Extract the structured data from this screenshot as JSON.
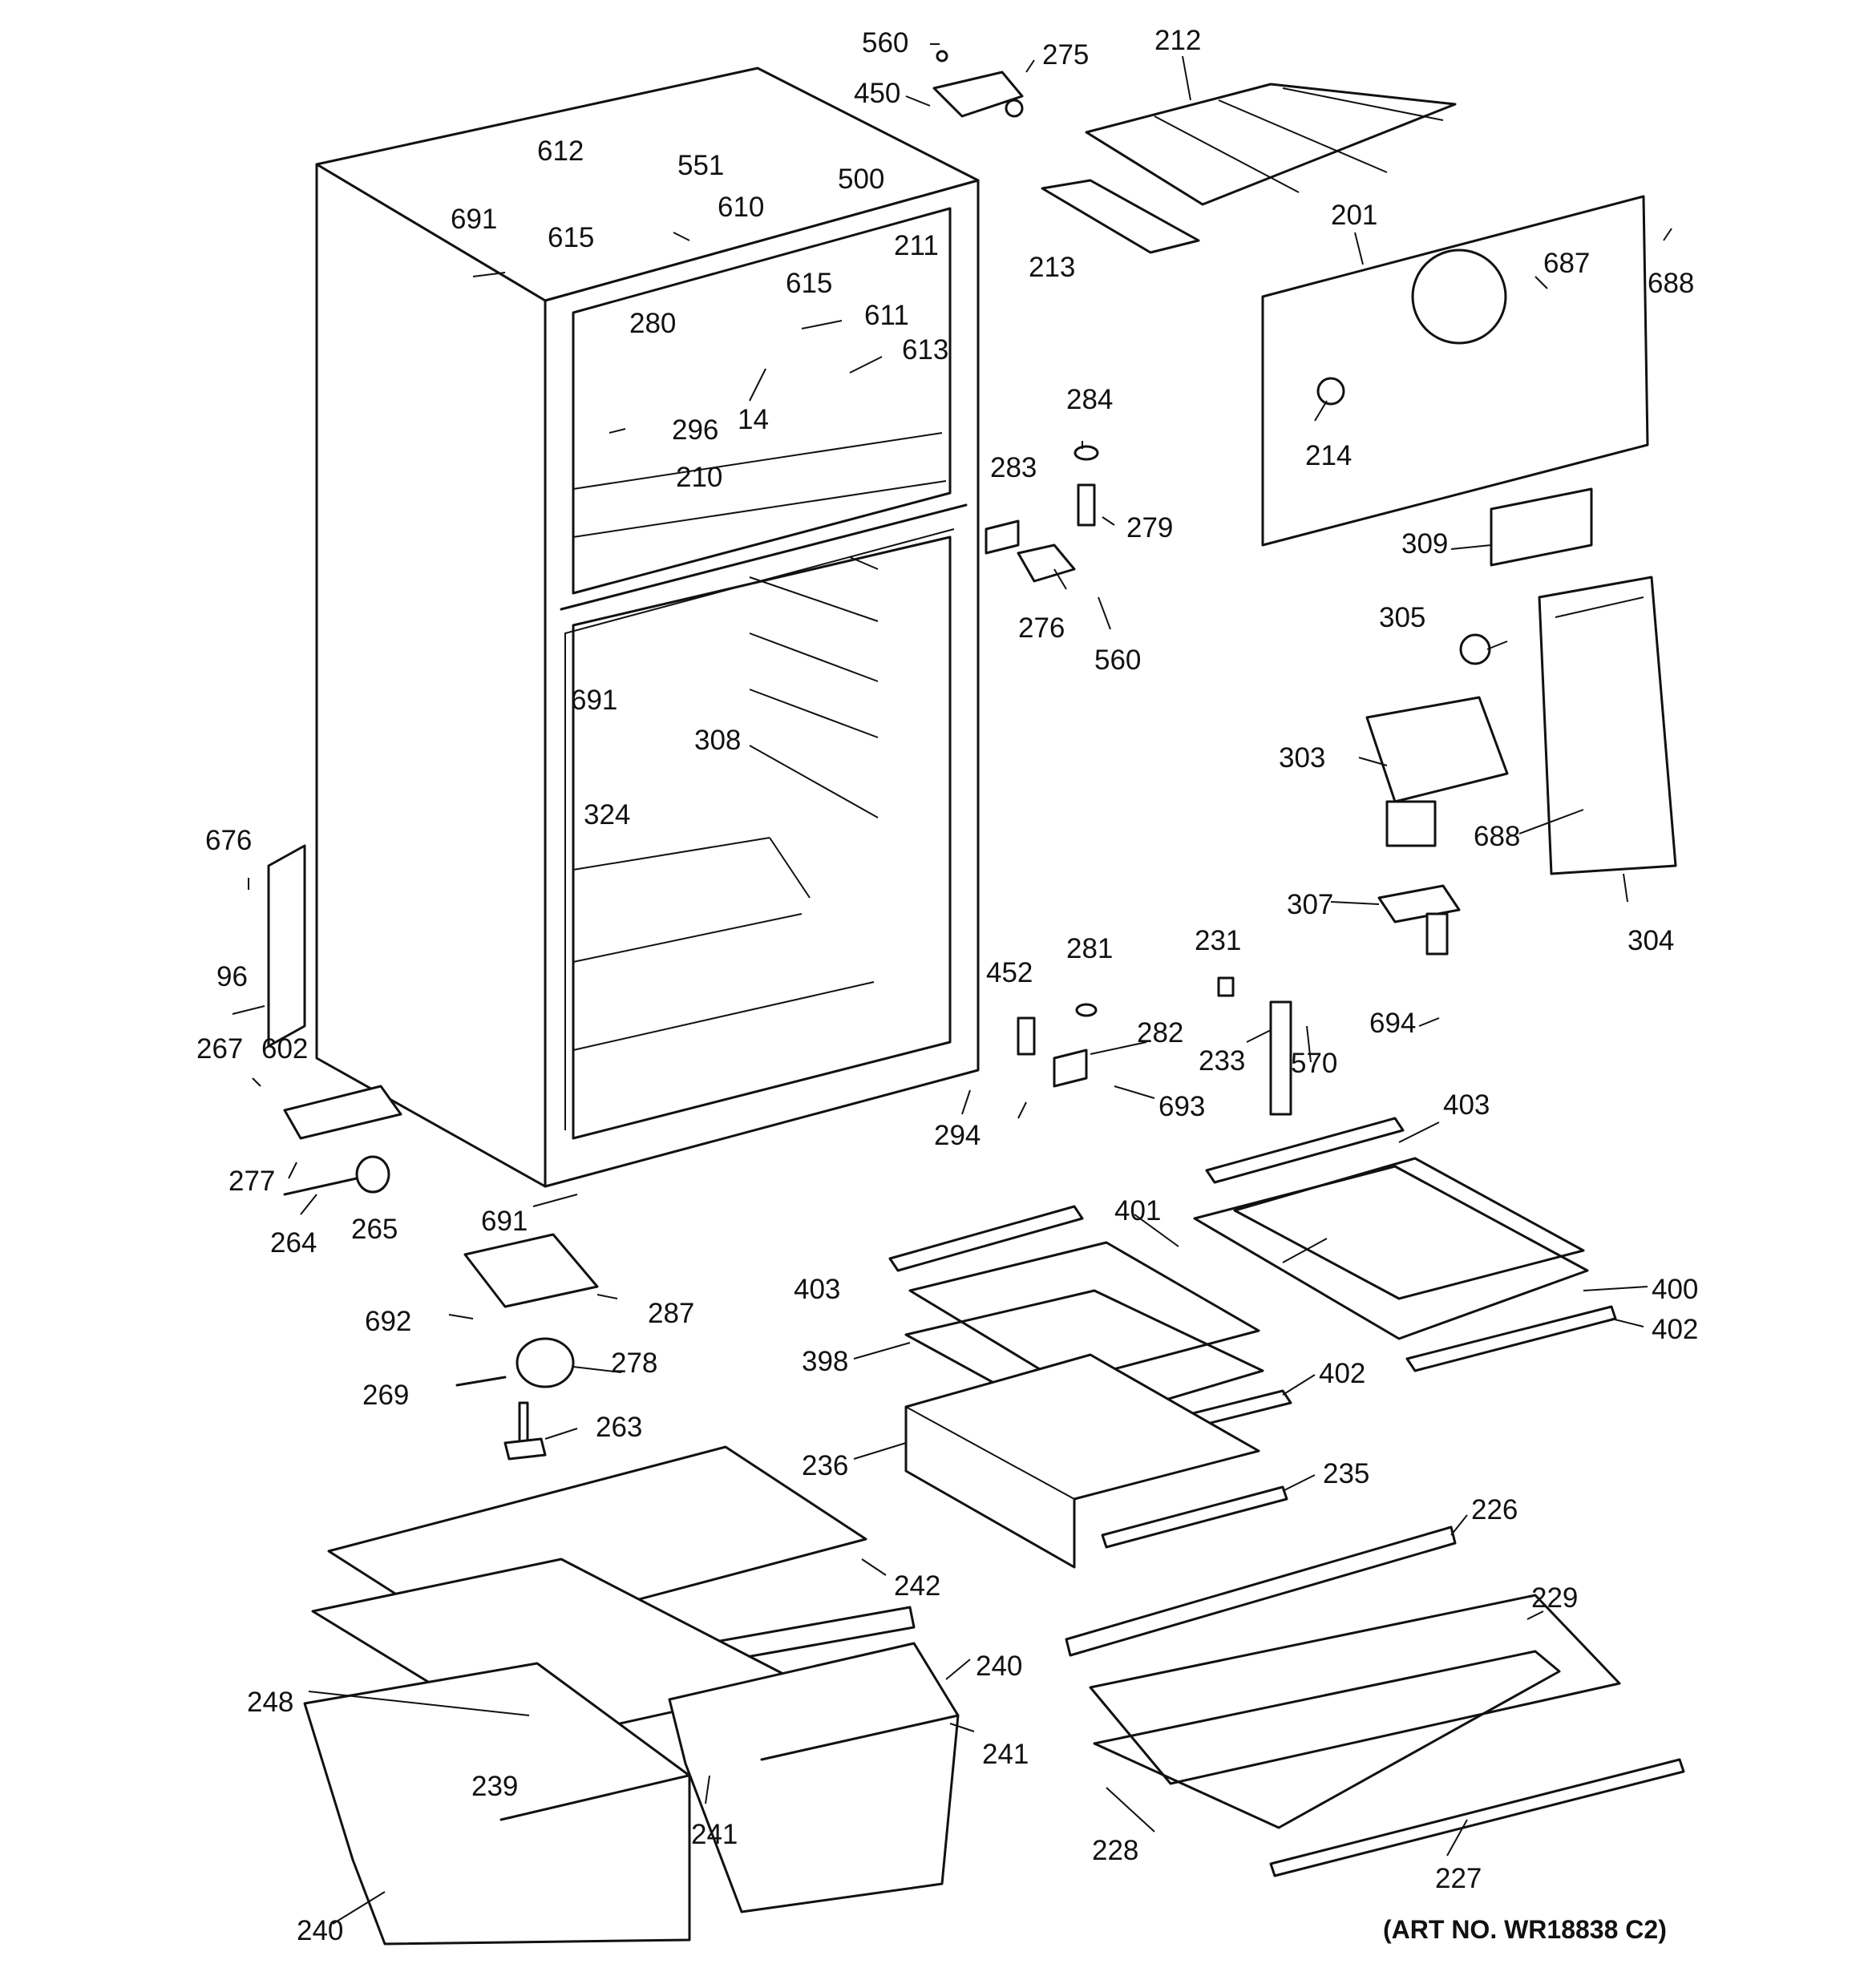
{
  "art_number": "(ART NO. WR18838 C2)",
  "callouts": [
    {
      "id": "c560a",
      "text": "560"
    },
    {
      "id": "c275",
      "text": "275"
    },
    {
      "id": "c450",
      "text": "450"
    },
    {
      "id": "c212",
      "text": "212"
    },
    {
      "id": "c612",
      "text": "612"
    },
    {
      "id": "c551",
      "text": "551"
    },
    {
      "id": "c500",
      "text": "500"
    },
    {
      "id": "c691a",
      "text": "691"
    },
    {
      "id": "c610",
      "text": "610"
    },
    {
      "id": "c615a",
      "text": "615"
    },
    {
      "id": "c211",
      "text": "211"
    },
    {
      "id": "c615b",
      "text": "615"
    },
    {
      "id": "c213",
      "text": "213"
    },
    {
      "id": "c201",
      "text": "201"
    },
    {
      "id": "c687",
      "text": "687"
    },
    {
      "id": "c688a",
      "text": "688"
    },
    {
      "id": "c280",
      "text": "280"
    },
    {
      "id": "c611",
      "text": "611"
    },
    {
      "id": "c613",
      "text": "613"
    },
    {
      "id": "c284",
      "text": "284"
    },
    {
      "id": "c214",
      "text": "214"
    },
    {
      "id": "c14",
      "text": "14"
    },
    {
      "id": "c296",
      "text": "296"
    },
    {
      "id": "c210",
      "text": "210"
    },
    {
      "id": "c283",
      "text": "283"
    },
    {
      "id": "c279",
      "text": "279"
    },
    {
      "id": "c309",
      "text": "309"
    },
    {
      "id": "c276",
      "text": "276"
    },
    {
      "id": "c560b",
      "text": "560"
    },
    {
      "id": "c305",
      "text": "305"
    },
    {
      "id": "c691b",
      "text": "691"
    },
    {
      "id": "c308",
      "text": "308"
    },
    {
      "id": "c303",
      "text": "303"
    },
    {
      "id": "c324",
      "text": "324"
    },
    {
      "id": "c688b",
      "text": "688"
    },
    {
      "id": "c676",
      "text": "676"
    },
    {
      "id": "c307",
      "text": "307"
    },
    {
      "id": "c304",
      "text": "304"
    },
    {
      "id": "c96",
      "text": "96"
    },
    {
      "id": "c452",
      "text": "452"
    },
    {
      "id": "c281",
      "text": "281"
    },
    {
      "id": "c231",
      "text": "231"
    },
    {
      "id": "c694",
      "text": "694"
    },
    {
      "id": "c267",
      "text": "267"
    },
    {
      "id": "c602",
      "text": "602"
    },
    {
      "id": "c282",
      "text": "282"
    },
    {
      "id": "c233",
      "text": "233"
    },
    {
      "id": "c570",
      "text": "570"
    },
    {
      "id": "c693",
      "text": "693"
    },
    {
      "id": "c294",
      "text": "294"
    },
    {
      "id": "c403a",
      "text": "403"
    },
    {
      "id": "c277",
      "text": "277"
    },
    {
      "id": "c264",
      "text": "264"
    },
    {
      "id": "c265",
      "text": "265"
    },
    {
      "id": "c691c",
      "text": "691"
    },
    {
      "id": "c401",
      "text": "401"
    },
    {
      "id": "c403b",
      "text": "403"
    },
    {
      "id": "c400",
      "text": "400"
    },
    {
      "id": "c692",
      "text": "692"
    },
    {
      "id": "c287",
      "text": "287"
    },
    {
      "id": "c402a",
      "text": "402"
    },
    {
      "id": "c398",
      "text": "398"
    },
    {
      "id": "c278",
      "text": "278"
    },
    {
      "id": "c269",
      "text": "269"
    },
    {
      "id": "c402b",
      "text": "402"
    },
    {
      "id": "c263",
      "text": "263"
    },
    {
      "id": "c236",
      "text": "236"
    },
    {
      "id": "c235",
      "text": "235"
    },
    {
      "id": "c226",
      "text": "226"
    },
    {
      "id": "c242",
      "text": "242"
    },
    {
      "id": "c229",
      "text": "229"
    },
    {
      "id": "c240a",
      "text": "240"
    },
    {
      "id": "c248",
      "text": "248"
    },
    {
      "id": "c241a",
      "text": "241"
    },
    {
      "id": "c239",
      "text": "239"
    },
    {
      "id": "c241b",
      "text": "241"
    },
    {
      "id": "c228",
      "text": "228"
    },
    {
      "id": "c227",
      "text": "227"
    },
    {
      "id": "c240b",
      "text": "240"
    }
  ]
}
